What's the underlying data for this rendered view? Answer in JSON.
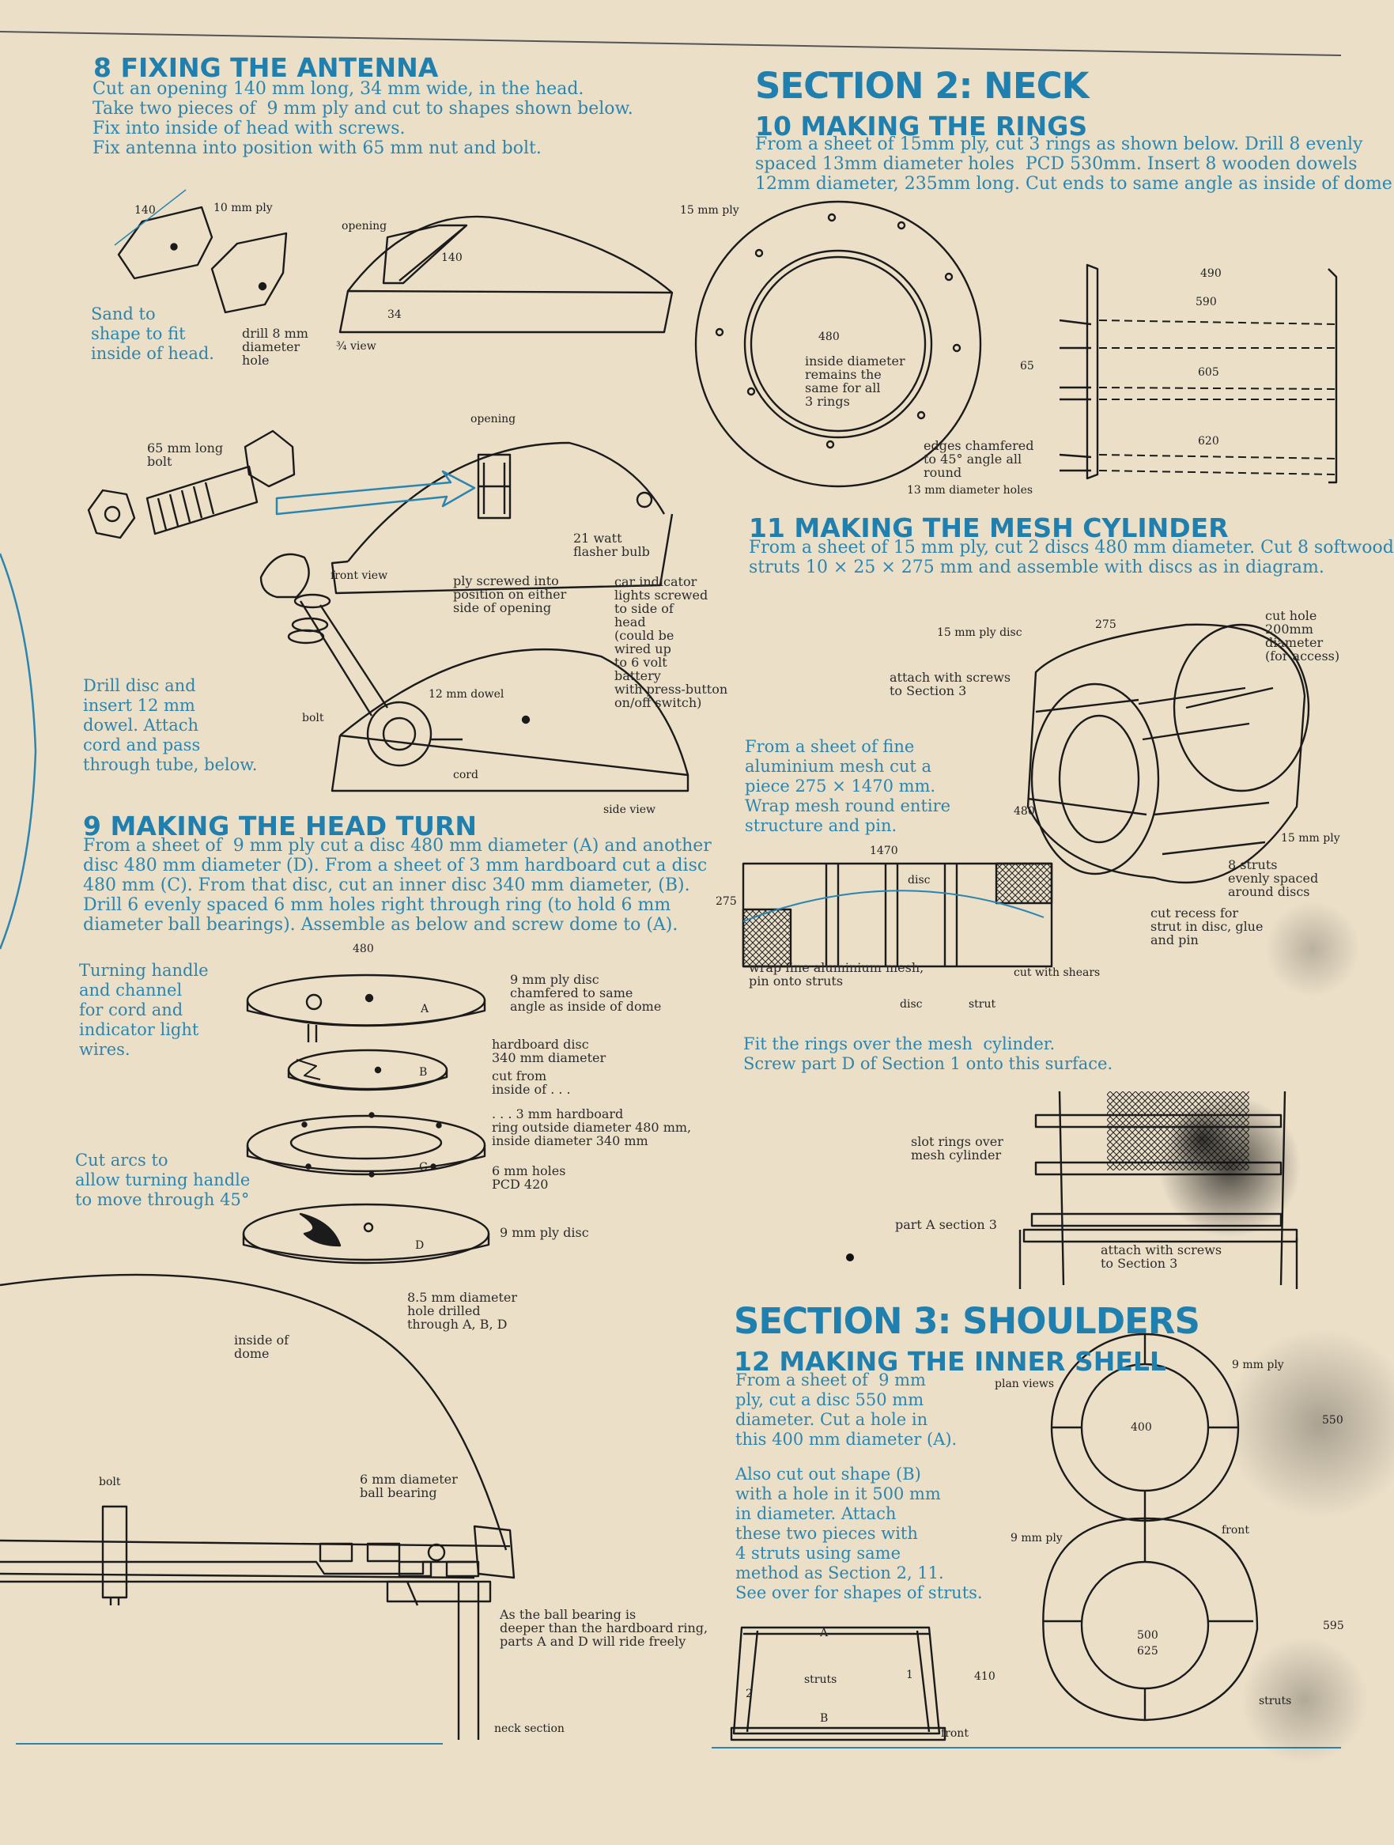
{
  "colors": {
    "paper": "#ebdfc8",
    "ink_blue": "#2a86b0",
    "ink_black": "#1b1b1b"
  },
  "s8": {
    "heading": "8 FIXING THE ANTENNA",
    "text": "Cut an opening 140 mm long, 34 mm wide, in the head.\nTake two pieces of  9 mm ply and cut to shapes shown below.\nFix into inside of head with screws.\nFix antenna into position with 65 mm nut and bolt.",
    "l_140": "140",
    "l_10ply": "10 mm ply",
    "note_sand": "Sand to\nshape to fit\ninside of head.",
    "l_drill": "drill 8 mm\ndiameter\nhole",
    "l_opening": "opening",
    "l_140b": "140",
    "l_34": "34",
    "l_view": "¾ view",
    "l_bolt": "65 mm long\nbolt",
    "l_opening2": "opening",
    "l_flasher": "21 watt\nflasher bulb",
    "l_front": "front view",
    "l_ply": "ply screwed into\nposition on either\nside of opening",
    "l_car": "car indicator\nlights screwed\nto side of\nhead\n(could be\nwired up\nto 6 volt\nbattery\nwith press-button\non/off switch)",
    "note_drill": "Drill disc and\ninsert 12 mm\ndowel. Attach\ncord and pass\nthrough tube, below.",
    "l_dowel": "12 mm dowel",
    "l_bolt2": "bolt",
    "l_cord": "cord",
    "l_side": "side view"
  },
  "s9": {
    "heading": "9 MAKING THE HEAD TURN",
    "text": "From a sheet of  9 mm ply cut a disc 480 mm diameter (A) and another\ndisc 480 mm diameter (D). From a sheet of 3 mm hardboard cut a disc\n480 mm (C). From that disc, cut an inner disc 340 mm diameter, (B).\nDrill 6 evenly spaced 6 mm holes right through ring (to hold 6 mm\ndiameter ball bearings). Assemble as below and screw dome to (A).",
    "l_480": "480",
    "note_turn": "Turning handle\nand channel\nfor cord and\nindicator light\nwires.",
    "note_arcs": "Cut arcs to\nallow turning handle\nto move through 45°",
    "l_a": "9 mm ply disc\nchamfered to same\nangle as inside of dome",
    "l_b": "hardboard disc\n340 mm diameter",
    "l_b2": "cut from\ninside of . . .",
    "l_c": ". . . 3 mm hardboard\nring outside diameter 480 mm,\ninside diameter 340 mm",
    "l_holes": "6 mm holes\nPCD 420",
    "l_d": "9 mm ply disc",
    "l_85": "8.5 mm diameter\nhole drilled\nthrough A, B, D",
    "let_a": "A",
    "let_b": "B",
    "let_c": "C",
    "let_d": "D",
    "l_dome": "inside of\ndome",
    "l_bolt": "bolt",
    "l_ball": "6 mm diameter\nball bearing",
    "l_note": "As the ball bearing is\ndeeper than the hardboard ring,\nparts A and D will ride freely",
    "l_neck": "neck section"
  },
  "sec2": {
    "heading": "SECTION 2: NECK"
  },
  "s10": {
    "heading": "10 MAKING THE RINGS",
    "text": "From a sheet of 15mm ply, cut 3 rings as shown below. Drill 8 evenly\nspaced 13mm diameter holes  PCD 530mm. Insert 8 wooden dowels\n12mm diameter, 235mm long. Cut ends to same angle as inside of dome",
    "l_15ply": "15 mm ply",
    "l_480": "480",
    "l_inside": "inside diameter\nremains the\nsame for all\n3 rings",
    "l_edges": "edges chamfered\nto 45° angle all\nround",
    "l_holes": "13 mm diameter holes",
    "dims": [
      "490",
      "590",
      "605",
      "620"
    ],
    "l_65": "65"
  },
  "s11": {
    "heading": "11 MAKING THE MESH CYLINDER",
    "text": "From a sheet of 15 mm ply, cut 2 discs 480 mm diameter. Cut 8 softwood\nstruts 10 × 25 × 275 mm and assemble with discs as in diagram.",
    "l_disc": "15 mm ply disc",
    "l_275": "275",
    "l_attach": "attach with screws\nto Section 3",
    "l_480": "480",
    "l_cut": "cut hole\n200mm\ndiameter\n(for access)",
    "l_15": "15 mm ply",
    "l_struts": "8 struts\nevenly spaced\naround discs",
    "l_recess": "cut recess for\nstrut in disc, glue\nand pin",
    "mesh_text": "From a sheet of fine\naluminium mesh cut a\npiece 275 × 1470 mm.\nWrap mesh round entire\nstructure and pin.",
    "l_1470": "1470",
    "l_275b": "275",
    "l_disc2": "disc",
    "l_wrap": "wrap fine aluminium mesh,\npin onto struts",
    "l_shears": "cut with shears",
    "l_disc3": "disc",
    "l_strut": "strut",
    "fit_text": "Fit the rings over the mesh  cylinder.\nScrew part D of Section 1 onto this surface.",
    "l_slot": "slot rings over\nmesh cylinder",
    "l_parta": "part A section 3",
    "l_attach2": "attach with screws\nto Section 3"
  },
  "sec3": {
    "heading": "SECTION 3: SHOULDERS"
  },
  "s12": {
    "heading": "12 MAKING THE INNER SHELL",
    "text": "From a sheet of  9 mm\nply, cut a disc 550 mm\ndiameter. Cut a hole in\nthis 400 mm diameter (A).",
    "text2": "Also cut out shape (B)\nwith a hole in it 500 mm\nin diameter. Attach\nthese two pieces with\n4 struts using same\nmethod as Section 2, 11.\nSee over for shapes of struts.",
    "l_plan": "plan views",
    "l_9ply": "9 mm ply",
    "l_400": "400",
    "l_550": "550",
    "l_9ply2": "9 mm ply",
    "l_front": "front",
    "l_500": "500",
    "l_625": "625",
    "l_595": "595",
    "l_struts": "struts",
    "l_a": "A",
    "l_struts2": "struts",
    "l_1": "1",
    "l_2": "2",
    "l_b": "B",
    "l_410": "410",
    "l_front2": "front"
  }
}
